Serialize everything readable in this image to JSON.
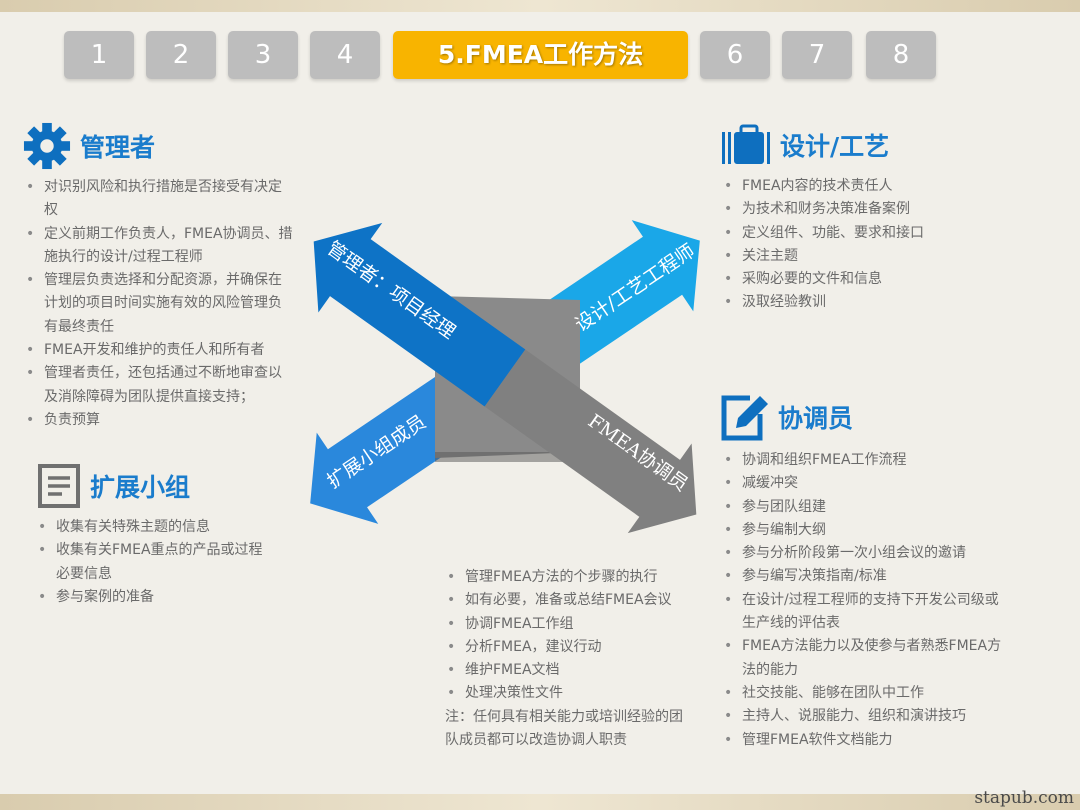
{
  "tabs": [
    "1",
    "2",
    "3",
    "4",
    "5.FMEA工作方法",
    "6",
    "7",
    "8"
  ],
  "active_tab": 4,
  "colors": {
    "accent": "#f8b400",
    "blue_dark": "#0e73c6",
    "blue_mid": "#2a88dc",
    "blue_light": "#1aa7e8",
    "gray": "#808080",
    "title_blue": "#1a7ccc"
  },
  "manager": {
    "icon": "gear-icon",
    "title": "管理者",
    "items": [
      "对识别风险和执行措施是否接受有决定权",
      "定义前期工作负责人，FMEA协调员、措施执行的设计/过程工程师",
      "管理层负责选择和分配资源，并确保在计划的项目时间实施有效的风险管理负有最终责任",
      "FMEA开发和维护的责任人和所有者",
      "管理者责任，还包括通过不断地审查以及消除障碍为团队提供直接支持；",
      "负责预算"
    ]
  },
  "extended": {
    "icon": "document-icon",
    "title": "扩展小组",
    "items": [
      "收集有关特殊主题的信息",
      "收集有关FMEA重点的产品或过程必要信息",
      "参与案例的准备"
    ]
  },
  "design": {
    "icon": "briefcase-icon",
    "title": "设计/工艺",
    "items": [
      "FMEA内容的技术责任人",
      "为技术和财务决策准备案例",
      "定义组件、功能、要求和接口",
      "关注主题",
      "采购必要的文件和信息",
      "汲取经验教训"
    ]
  },
  "coordinator": {
    "icon": "edit-icon",
    "title": "协调员",
    "items": [
      "协调和组织FMEA工作流程",
      "减缓冲突",
      "参与团队组建",
      "参与编制大纲",
      "参与分析阶段第一次小组会议的邀请",
      "参与编写决策指南/标准",
      "在设计/过程工程师的支持下开发公司级或生产线的评估表",
      "FMEA方法能力以及使参与者熟悉FMEA方法的能力",
      "社交技能、能够在团队中工作",
      "主持人、说服能力、组织和演讲技巧",
      "管理FMEA软件文档能力"
    ]
  },
  "center": {
    "items": [
      "管理FMEA方法的个步骤的执行",
      "如有必要，准备或总结FMEA会议",
      "协调FMEA工作组",
      "分析FMEA，建议行动",
      "维护FMEA文档",
      "处理决策性文件"
    ],
    "note": "注：任何具有相关能力或培训经验的团队成员都可以改造协调人职责"
  },
  "arrows": {
    "manager": "管理者：项目经理",
    "design": "设计/工艺工程师",
    "extended": "扩展小组成员",
    "coordinator": "FMEA协调员"
  },
  "watermark": "stapub.com"
}
